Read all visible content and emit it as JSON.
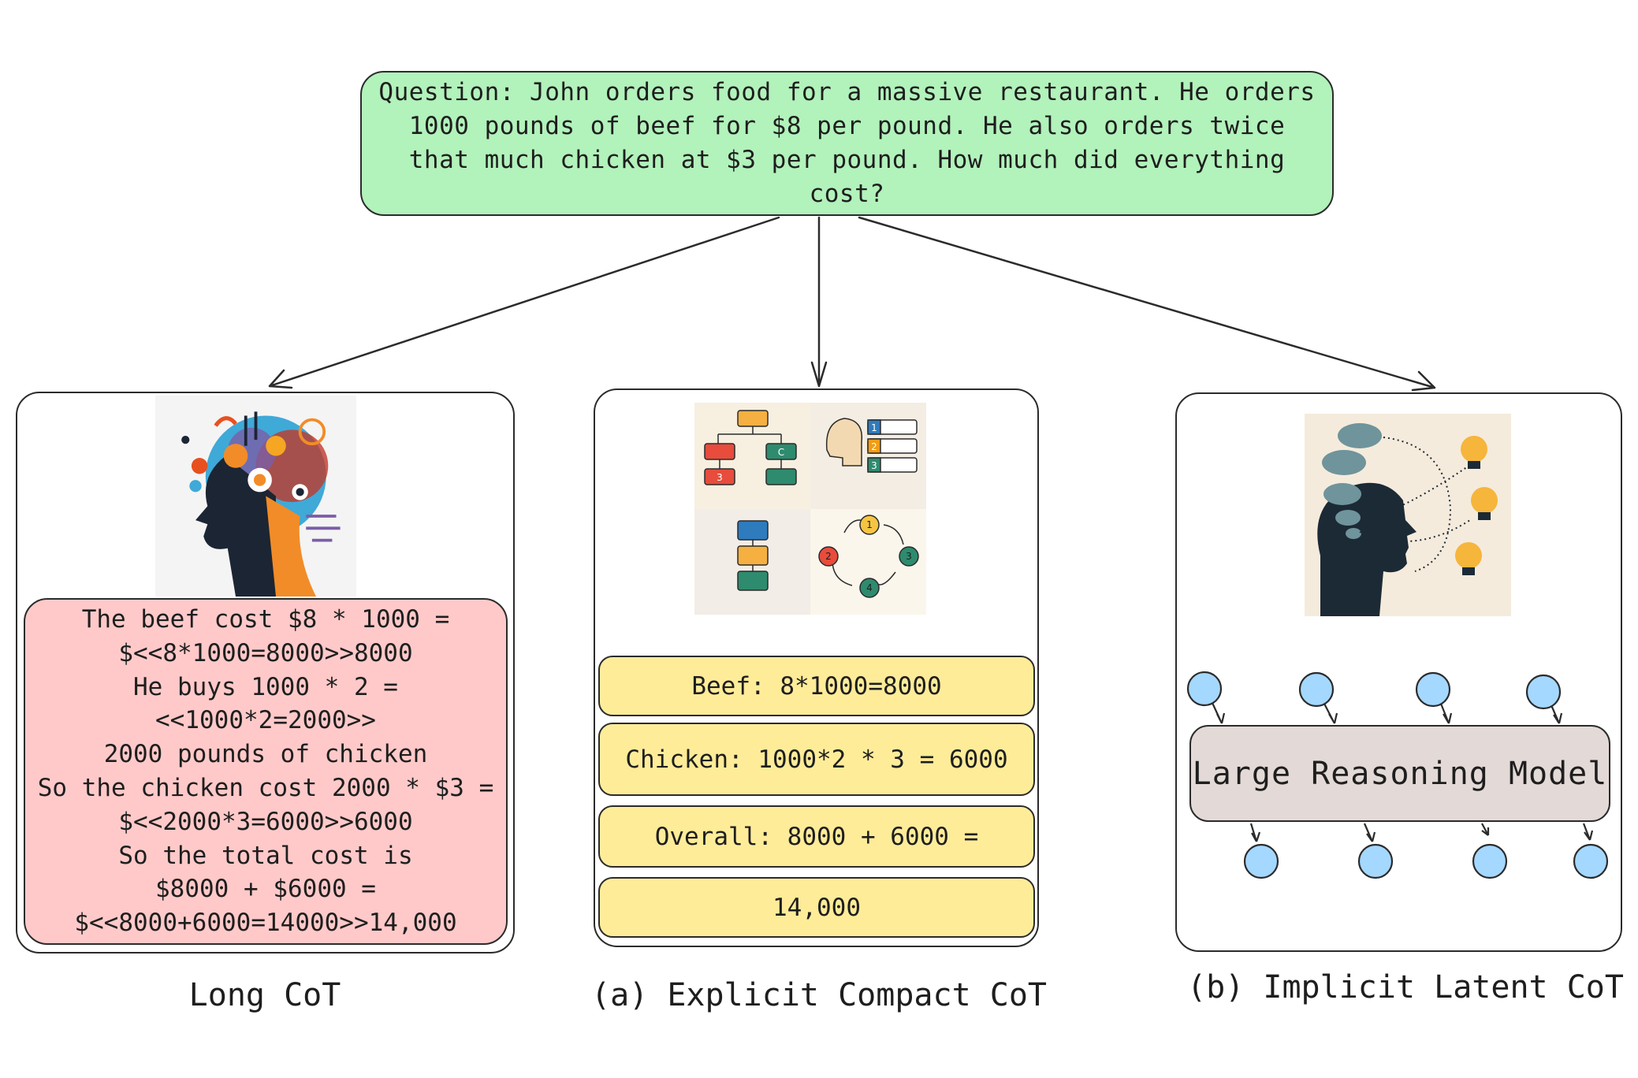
{
  "question": {
    "text": "Question: John orders food for a massive restaurant. He orders 1000 pounds of beef for $8 per pound. He also orders twice that much chicken at $3 per pound. How much did everything cost?",
    "fill": "#b2f2bb"
  },
  "long_cot": {
    "caption": "Long CoT",
    "image_icon": "colorful-brain-head-icon",
    "fill": "#ffc9c9",
    "lines": [
      "The beef cost $8 * 1000 =",
      "$<<8*1000=8000>>8000",
      "He buys 1000 * 2 =",
      "<<1000*2=2000>>",
      "2000 pounds of chicken",
      "So the chicken cost 2000 * $3 =",
      "$<<2000*3=6000>>6000",
      "So the total cost is",
      "$8000 + $6000 =",
      "$<<8000+6000=14000>>14,000"
    ]
  },
  "explicit_compact": {
    "caption": "(a) Explicit Compact CoT",
    "image_icon": "flowchart-steps-icon",
    "fill": "#ffec99",
    "steps": [
      "Beef: 8*1000=8000",
      "Chicken: 1000*2 * 3 = 6000",
      "Overall: 8000 + 6000 =",
      "14,000"
    ],
    "image_labels": {
      "tree_child": "C",
      "tree_leaf": "3",
      "list": [
        "1",
        "2",
        "3"
      ],
      "cycle": [
        "1",
        "2",
        "3",
        "4"
      ]
    }
  },
  "implicit_latent": {
    "caption": "(b) Implicit Latent CoT",
    "image_icon": "thinking-head-lightbulbs-icon",
    "model_label": "Large Reasoning Model",
    "model_fill": "#e3d9d6",
    "node_fill": "#a5d8ff",
    "input_nodes": 4,
    "output_nodes": 4
  }
}
